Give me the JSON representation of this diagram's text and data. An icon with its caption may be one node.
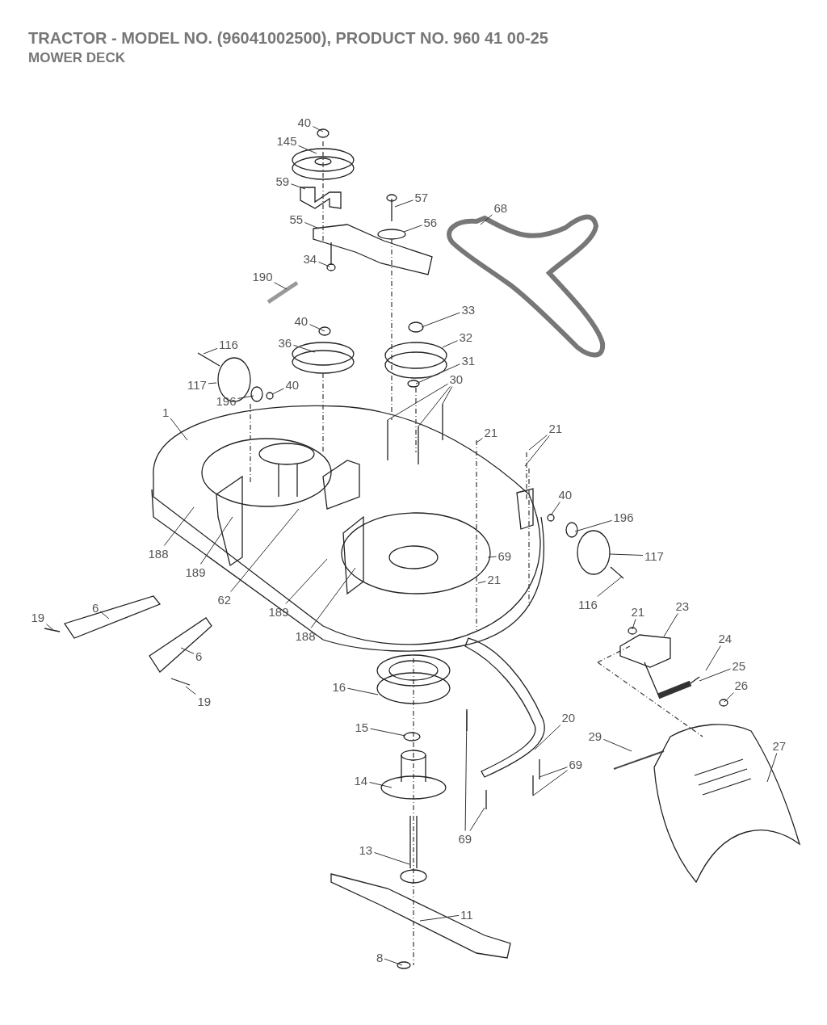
{
  "diagram": {
    "title": "TRACTOR - MODEL NO. (96041002500), PRODUCT NO. 960 41 00-25",
    "labels": [
      "MOWER DECK"
    ],
    "nodes": [
      {
        "text": [
          "40"
        ]
      },
      {
        "text": [
          "145"
        ]
      },
      {
        "text": [
          "59"
        ]
      },
      {
        "text": [
          "57"
        ]
      },
      {
        "text": [
          "56"
        ]
      },
      {
        "text": [
          "68"
        ]
      },
      {
        "text": [
          "55"
        ]
      },
      {
        "text": [
          "34"
        ]
      },
      {
        "text": [
          "190"
        ]
      },
      {
        "text": [
          "33"
        ]
      },
      {
        "text": [
          "40"
        ]
      },
      {
        "text": [
          "36"
        ]
      },
      {
        "text": [
          "32"
        ]
      },
      {
        "text": [
          "116"
        ]
      },
      {
        "text": [
          "31"
        ]
      },
      {
        "text": [
          "117"
        ]
      },
      {
        "text": [
          "40"
        ]
      },
      {
        "text": [
          "196"
        ]
      },
      {
        "text": [
          "30"
        ]
      },
      {
        "text": [
          "1"
        ]
      },
      {
        "text": [
          "21"
        ]
      },
      {
        "text": [
          "21"
        ]
      },
      {
        "text": [
          "69"
        ]
      },
      {
        "text": [
          "40"
        ]
      },
      {
        "text": [
          "196"
        ]
      },
      {
        "text": [
          "117"
        ]
      },
      {
        "text": [
          "116"
        ]
      },
      {
        "text": [
          "21"
        ]
      },
      {
        "text": [
          "188"
        ]
      },
      {
        "text": [
          "189"
        ]
      },
      {
        "text": [
          "62"
        ]
      },
      {
        "text": [
          "189"
        ]
      },
      {
        "text": [
          "188"
        ]
      },
      {
        "text": [
          "19"
        ]
      },
      {
        "text": [
          "6"
        ]
      },
      {
        "text": [
          "6"
        ]
      },
      {
        "text": [
          "19"
        ]
      },
      {
        "text": [
          "21"
        ]
      },
      {
        "text": [
          "23"
        ]
      },
      {
        "text": [
          "24"
        ]
      },
      {
        "text": [
          "25"
        ]
      },
      {
        "text": [
          "26"
        ]
      },
      {
        "text": [
          "16"
        ]
      },
      {
        "text": [
          "15"
        ]
      },
      {
        "text": [
          "20"
        ]
      },
      {
        "text": [
          "29"
        ]
      },
      {
        "text": [
          "27"
        ]
      },
      {
        "text": [
          "14"
        ]
      },
      {
        "text": [
          "69"
        ]
      },
      {
        "text": [
          "69"
        ]
      },
      {
        "text": [
          "13"
        ]
      },
      {
        "text": [
          "11"
        ]
      },
      {
        "text": [
          "8"
        ]
      }
    ],
    "edges": [
      {
        "from": 0,
        "to": null,
        "arrow": "none"
      },
      {
        "from": 1,
        "to": null,
        "arrow": "none"
      },
      {
        "from": 2,
        "to": null,
        "arrow": "none"
      },
      {
        "from": 3,
        "to": null,
        "arrow": "none"
      },
      {
        "from": 4,
        "to": null,
        "arrow": "none"
      },
      {
        "from": 5,
        "to": null,
        "arrow": "none"
      },
      {
        "from": 6,
        "to": null,
        "arrow": "none"
      },
      {
        "from": 7,
        "to": null,
        "arrow": "none"
      },
      {
        "from": 8,
        "to": null,
        "arrow": "none"
      },
      {
        "from": 9,
        "to": null,
        "arrow": "none"
      },
      {
        "from": 10,
        "to": null,
        "arrow": "none"
      },
      {
        "from": 11,
        "to": null,
        "arrow": "none"
      },
      {
        "from": 12,
        "to": null,
        "arrow": "none"
      },
      {
        "from": 13,
        "to": null,
        "arrow": "none"
      },
      {
        "from": 14,
        "to": null,
        "arrow": "none"
      },
      {
        "from": 15,
        "to": null,
        "arrow": "none"
      },
      {
        "from": 16,
        "to": null,
        "arrow": "none"
      },
      {
        "from": 17,
        "to": null,
        "arrow": "none"
      },
      {
        "from": 18,
        "to": null,
        "arrow": "none"
      },
      {
        "from": 18,
        "to": null,
        "arrow": "none"
      },
      {
        "from": 18,
        "to": null,
        "arrow": "none"
      },
      {
        "from": 19,
        "to": null,
        "arrow": "none"
      },
      {
        "from": 20,
        "to": null,
        "arrow": "none"
      },
      {
        "from": 21,
        "to": null,
        "arrow": "none"
      },
      {
        "from": 21,
        "to": null,
        "arrow": "none"
      },
      {
        "from": 22,
        "to": null,
        "arrow": "none"
      },
      {
        "from": 23,
        "to": null,
        "arrow": "none"
      },
      {
        "from": 24,
        "to": null,
        "arrow": "none"
      },
      {
        "from": 25,
        "to": null,
        "arrow": "none"
      },
      {
        "from": 26,
        "to": null,
        "arrow": "none"
      },
      {
        "from": 27,
        "to": null,
        "arrow": "none"
      },
      {
        "from": 28,
        "to": null,
        "arrow": "none"
      },
      {
        "from": 29,
        "to": null,
        "arrow": "none"
      },
      {
        "from": 30,
        "to": null,
        "arrow": "none"
      },
      {
        "from": 31,
        "to": null,
        "arrow": "none"
      },
      {
        "from": 32,
        "to": null,
        "arrow": "none"
      },
      {
        "from": 33,
        "to": null,
        "arrow": "none"
      },
      {
        "from": 34,
        "to": null,
        "arrow": "none"
      },
      {
        "from": 35,
        "to": null,
        "arrow": "none"
      },
      {
        "from": 36,
        "to": null,
        "arrow": "none"
      },
      {
        "from": 37,
        "to": null,
        "arrow": "none"
      },
      {
        "from": 38,
        "to": null,
        "arrow": "none"
      },
      {
        "from": 39,
        "to": null,
        "arrow": "none"
      },
      {
        "from": 40,
        "to": null,
        "arrow": "none"
      },
      {
        "from": 41,
        "to": null,
        "arrow": "none"
      },
      {
        "from": 42,
        "to": null,
        "arrow": "none"
      },
      {
        "from": 43,
        "to": null,
        "arrow": "none"
      },
      {
        "from": 44,
        "to": null,
        "arrow": "none"
      },
      {
        "from": 45,
        "to": null,
        "arrow": "none"
      },
      {
        "from": 46,
        "to": null,
        "arrow": "none"
      },
      {
        "from": 47,
        "to": null,
        "arrow": "none"
      },
      {
        "from": 48,
        "to": null,
        "arrow": "none"
      },
      {
        "from": 48,
        "to": null,
        "arrow": "none"
      },
      {
        "from": 49,
        "to": null,
        "arrow": "none"
      },
      {
        "from": 49,
        "to": null,
        "arrow": "none"
      },
      {
        "from": 50,
        "to": null,
        "arrow": "none"
      },
      {
        "from": 51,
        "to": null,
        "arrow": "none"
      },
      {
        "from": 52,
        "to": null,
        "arrow": "none"
      }
    ]
  }
}
